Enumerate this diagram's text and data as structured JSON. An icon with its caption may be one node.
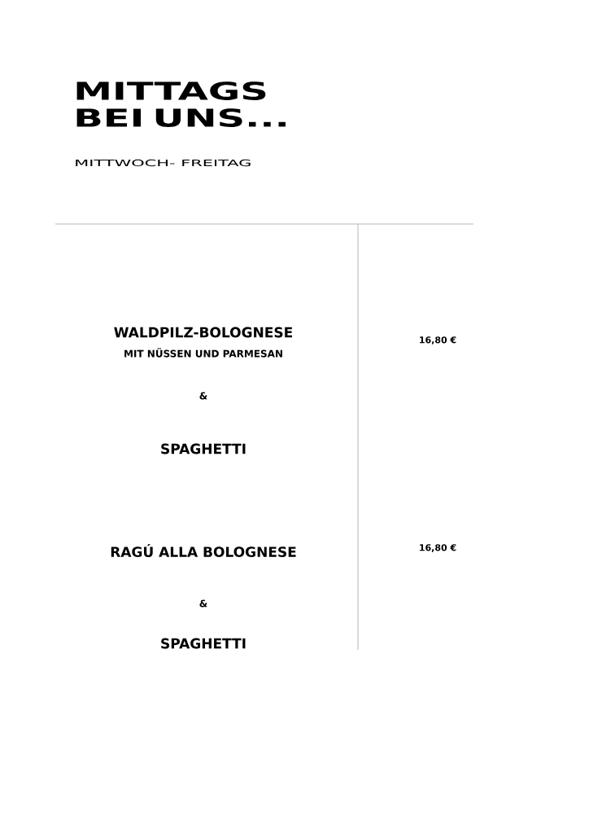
{
  "diagram": {
    "title": "MITTAGS BEI UNS...",
    "labels": [
      "MITTWOCH- FREITAG",
      "WALDPILZ-BOLOGNESE",
      "16,80 €",
      "MIT NÜSSEN UND PARMESAN",
      "&",
      "SPAGHETTI",
      "RAGÚ ALLA BOLOGNESE",
      "16,80 €",
      "&",
      "SPAGHETTI"
    ]
  }
}
